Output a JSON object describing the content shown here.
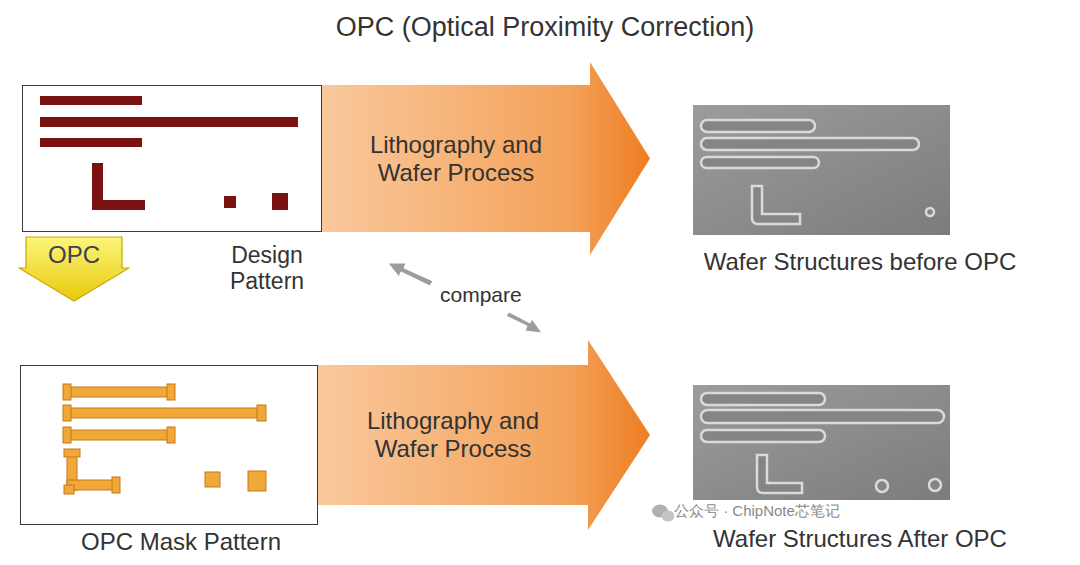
{
  "diagram": {
    "title": "OPC (Optical Proximity Correction)",
    "nodes": [
      {
        "text": [
          "Design Pattern"
        ]
      },
      {
        "text": [
          "Lithography and Wafer Process"
        ]
      },
      {
        "text": [
          "Wafer Structures before OPC"
        ]
      },
      {
        "text": [
          "OPC"
        ]
      },
      {
        "text": [
          "OPC Mask Pattern"
        ]
      },
      {
        "text": [
          "Lithography and Wafer Process"
        ]
      },
      {
        "text": [
          "Wafer Structures After OPC"
        ]
      }
    ],
    "labels": [
      "compare",
      "公众号 · ChipNote芯笔记"
    ]
  }
}
